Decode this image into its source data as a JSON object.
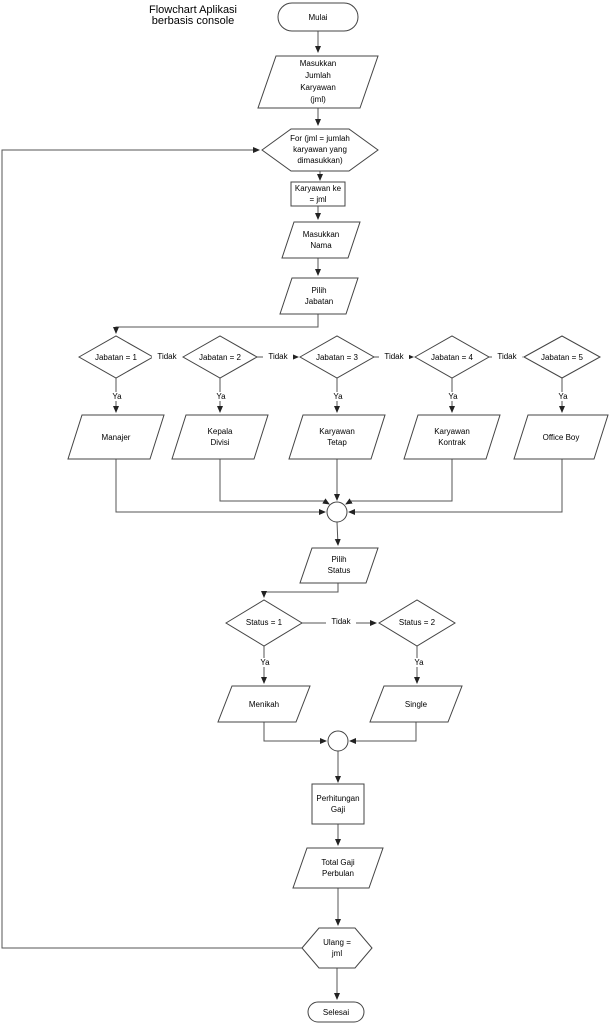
{
  "title": {
    "lines": [
      "Flowchart Aplikasi",
      "berbasis console"
    ]
  },
  "colors": {
    "stroke": "#444444",
    "connector": "#555555",
    "text": "#000000",
    "canvas_background": "#ffffff"
  },
  "edge_labels": {
    "yes": "Ya",
    "no": "Tidak"
  },
  "nodes": {
    "mulai": {
      "type": "terminator",
      "label": "Mulai"
    },
    "masukkan_jumlah": {
      "type": "data-input",
      "lines": [
        "Masukkan",
        "Jumlah",
        "Karyawan",
        "(jml)"
      ]
    },
    "for_loop": {
      "type": "loop-limit",
      "lines": [
        "For (jml = jumlah",
        "karyawan yang",
        "dimasukkan)"
      ]
    },
    "karyawan_ke": {
      "type": "process",
      "lines": [
        "Karyawan ke",
        "= jml"
      ]
    },
    "masukkan_nama": {
      "type": "data-input",
      "lines": [
        "Masukkan",
        "Nama"
      ]
    },
    "pilih_jabatan": {
      "type": "data-input",
      "lines": [
        "Pilih",
        "Jabatan"
      ]
    },
    "jabatan_1": {
      "type": "decision",
      "label": "Jabatan = 1"
    },
    "jabatan_2": {
      "type": "decision",
      "label": "Jabatan = 2"
    },
    "jabatan_3": {
      "type": "decision",
      "label": "Jabatan = 3"
    },
    "jabatan_4": {
      "type": "decision",
      "label": "Jabatan = 4"
    },
    "jabatan_5": {
      "type": "decision",
      "label": "Jabatan = 5"
    },
    "manajer": {
      "type": "data-output",
      "label": "Manajer"
    },
    "kepala_divisi": {
      "type": "data-output",
      "lines": [
        "Kepala",
        "Divisi"
      ]
    },
    "karyawan_tetap": {
      "type": "data-output",
      "lines": [
        "Karyawan",
        "Tetap"
      ]
    },
    "karyawan_kontrak": {
      "type": "data-output",
      "lines": [
        "Karyawan",
        "Kontrak"
      ]
    },
    "office_boy": {
      "type": "data-output",
      "label": "Office Boy"
    },
    "pilih_status": {
      "type": "data-input",
      "lines": [
        "Pilih",
        "Status"
      ]
    },
    "status_1": {
      "type": "decision",
      "label": "Status = 1"
    },
    "status_2": {
      "type": "decision",
      "label": "Status = 2"
    },
    "menikah": {
      "type": "data-output",
      "label": "Menikah"
    },
    "single": {
      "type": "data-output",
      "label": "Single"
    },
    "perhitungan_gaji": {
      "type": "process",
      "lines": [
        "Perhitungan",
        "Gaji"
      ]
    },
    "total_gaji": {
      "type": "data-output",
      "lines": [
        "Total Gaji",
        "Perbulan"
      ]
    },
    "ulang": {
      "type": "loop-limit",
      "lines": [
        "Ulang =",
        "jml"
      ]
    },
    "selesai": {
      "type": "terminator",
      "label": "Selesai"
    }
  }
}
